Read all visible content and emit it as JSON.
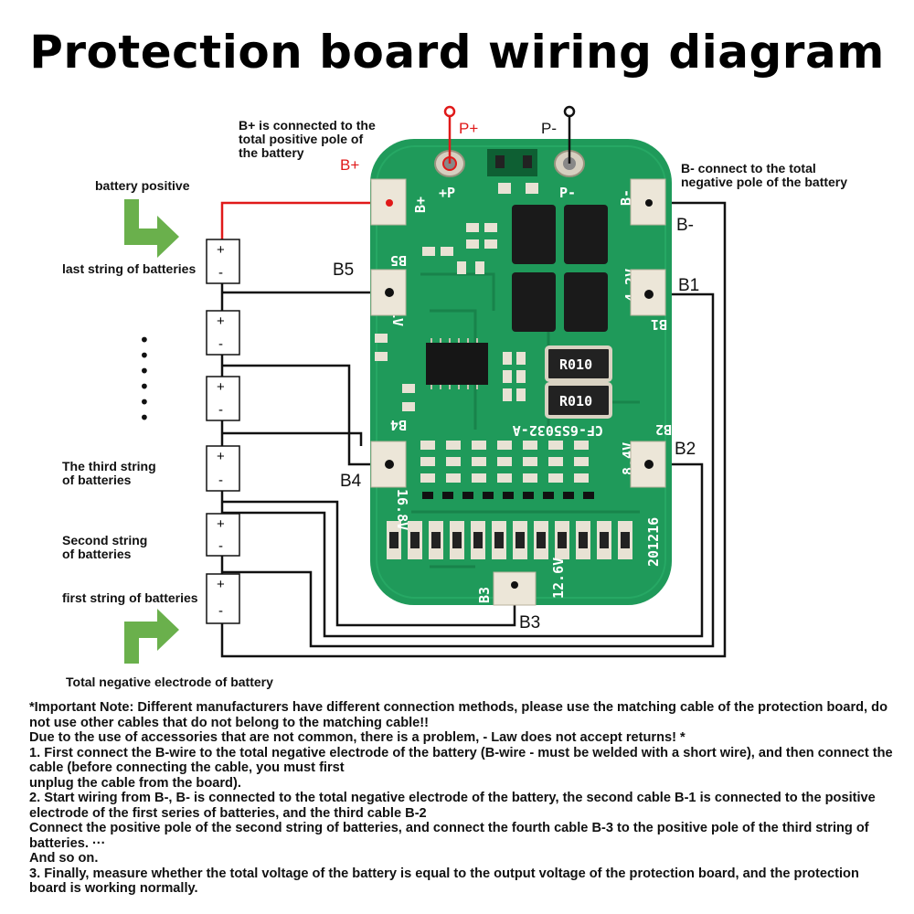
{
  "title": "Protection board wiring diagram",
  "labels": {
    "b_plus_note_1": "B+ is connected to the",
    "b_plus_note_2": "total positive pole of",
    "b_plus_note_3": "the battery",
    "b_plus_red": "B+",
    "p_plus": "P+",
    "p_minus": "P-",
    "b_minus_note_1": "B- connect to the total",
    "b_minus_note_2": "negative pole of the battery",
    "battery_positive": "battery positive",
    "last_string": "last string of batteries",
    "third_string_1": "The third string",
    "third_string_2": "of batteries",
    "second_string_1": "Second string",
    "second_string_2": "of batteries",
    "first_string": "first string of batteries",
    "total_negative": "Total negative electrode of battery"
  },
  "pads": {
    "b_minus": "B-",
    "b1": "B1",
    "b2": "B2",
    "b3": "B3",
    "b4": "B4",
    "b5": "B5"
  },
  "silkscreen": {
    "b_plus": "B+",
    "b5": "B5",
    "b4": "B4",
    "b3": "B3",
    "b2": "B2",
    "b1": "B1",
    "b_minus": "B-",
    "p_plus": "+P",
    "p_minus": "P-",
    "v21": "21V",
    "v168": "16.8V",
    "v126": "12.6V",
    "v84": "8.4V",
    "v42": "4.2V",
    "model": "CF-6S5032-A",
    "date": "201216",
    "res1": "R010",
    "res2": "R010"
  },
  "battery_signs": {
    "plus": "+",
    "minus": "-"
  },
  "ellipsis": [
    "•",
    "•",
    "•",
    "•",
    "•",
    "•"
  ],
  "colors": {
    "board": "#1f9a5a",
    "board_dark": "#167a45",
    "wire_black": "#111111",
    "wire_red": "#e01919",
    "arrow": "#6ab04c",
    "pad": "#ece6d8"
  },
  "notes": [
    "*Important Note: Different manufacturers have different connection methods, please use the matching cable of the protection board, do not use other cables that do not belong to the matching cable!!",
    "Due to the use of accessories that are not common, there is a problem, - Law does not accept returns! *",
    "1. First connect the B-wire to the total negative electrode of the battery (B-wire - must be welded with a short wire), and then connect the cable (before connecting the cable, you must first",
    "unplug the cable from the board).",
    "2. Start wiring from B-, B- is connected to the total negative electrode of the battery, the second cable B-1 is connected to the positive electrode of the first series of batteries, and the third cable B-2",
    "Connect the positive pole of the second string of batteries, and connect the fourth cable B-3 to the positive pole of the third string of batteries. ···",
    "And so on.",
    "3. Finally, measure whether the total voltage of the battery is equal to the output voltage of the protection board, and the protection board is working normally."
  ]
}
